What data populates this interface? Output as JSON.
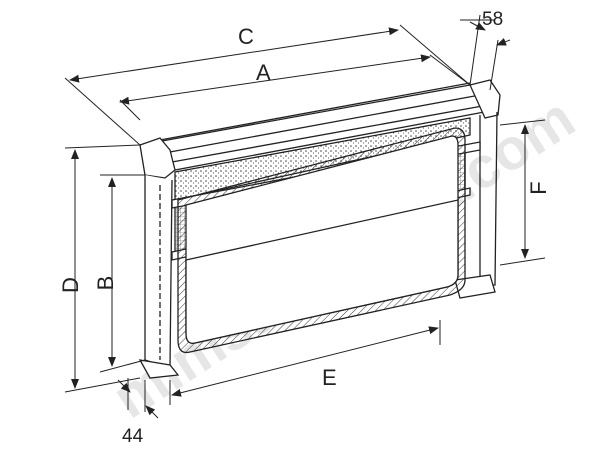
{
  "diagram": {
    "labels": {
      "C": "C",
      "A": "A",
      "depth_top": "58",
      "D": "D",
      "B": "B",
      "F": "F",
      "E": "E",
      "depth_bottom": "44"
    },
    "watermark": "mimsacomfort.com",
    "colors": {
      "line": "#222222",
      "background": "#ffffff"
    }
  }
}
